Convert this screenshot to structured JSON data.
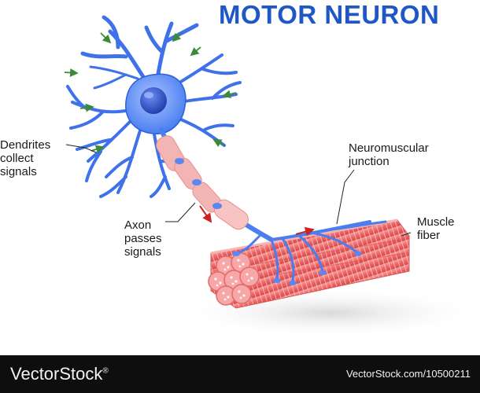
{
  "title": "MOTOR NEURON",
  "labels": {
    "dendrites": [
      "Dendrites",
      "collect",
      "signals"
    ],
    "axon": [
      "Axon",
      "passes",
      "signals"
    ],
    "junction": [
      "Neuromuscular",
      "junction"
    ],
    "muscle": [
      "Muscle",
      "fiber"
    ]
  },
  "colors": {
    "title": "#1f57c7",
    "neuron": "#4a7ef0",
    "neuron_outline": "#2d5fd8",
    "nucleus": "#2e4fc4",
    "myelin": "#f2a4a4",
    "muscle": "#ef6b6b",
    "arrows_green": "#3a8a3a",
    "arrows_red": "#cc2222"
  },
  "footer": {
    "watermark": "VectorStock",
    "registered": "®",
    "image_id": "VectorStock.com/10500211"
  }
}
